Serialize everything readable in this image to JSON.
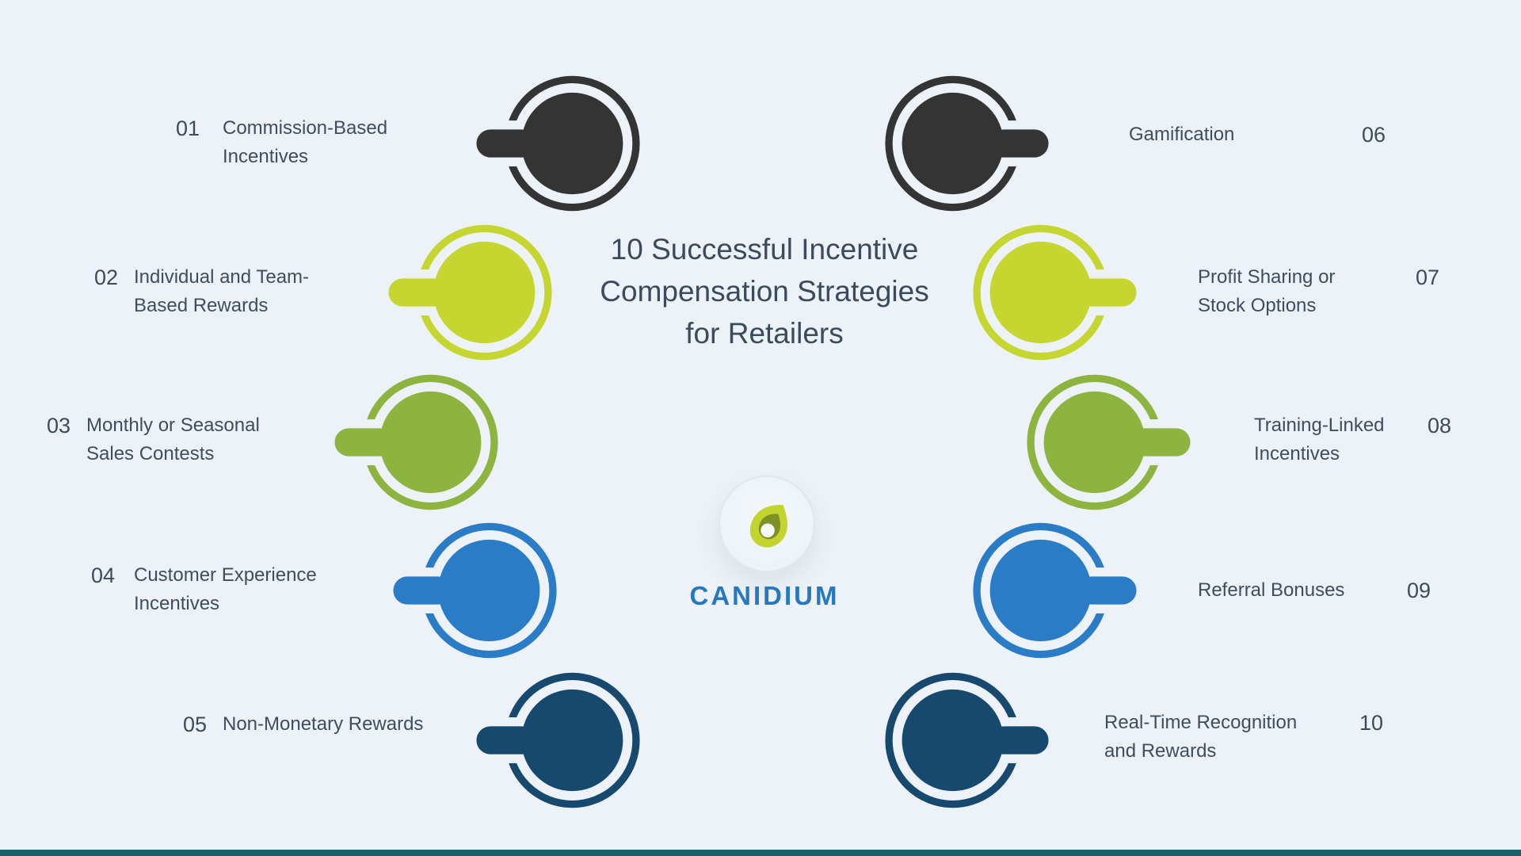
{
  "title": "10 Successful Incentive\nCompensation Strategies\nfor Retailers",
  "brand": {
    "name": "CANIDIUM",
    "color": "#2878be",
    "logo_icon": "leaf-drop-icon"
  },
  "colors": {
    "background": "#ecf2f7",
    "text": "#3f4d5e",
    "footer_bar": "#18606a"
  },
  "items": [
    {
      "number": "01",
      "label": "Commission-Based\nIncentives",
      "color": "#343434",
      "side": "left"
    },
    {
      "number": "02",
      "label": "Individual and Team-\nBased Rewards",
      "color": "#c5d630",
      "side": "left"
    },
    {
      "number": "03",
      "label": "Monthly or Seasonal\nSales Contests",
      "color": "#8cb43e",
      "side": "left"
    },
    {
      "number": "04",
      "label": "Customer Experience\nIncentives",
      "color": "#2a7cc7",
      "side": "left"
    },
    {
      "number": "05",
      "label": "Non-Monetary Rewards",
      "color": "#17496e",
      "side": "left"
    },
    {
      "number": "06",
      "label": "Gamification",
      "color": "#343434",
      "side": "right"
    },
    {
      "number": "07",
      "label": "Profit Sharing or\nStock Options",
      "color": "#c5d630",
      "side": "right"
    },
    {
      "number": "08",
      "label": "Training-Linked\nIncentives",
      "color": "#8cb43e",
      "side": "right"
    },
    {
      "number": "09",
      "label": "Referral Bonuses",
      "color": "#2a7cc7",
      "side": "right"
    },
    {
      "number": "10",
      "label": "Real-Time Recognition\nand Rewards",
      "color": "#17496e",
      "side": "right"
    }
  ]
}
